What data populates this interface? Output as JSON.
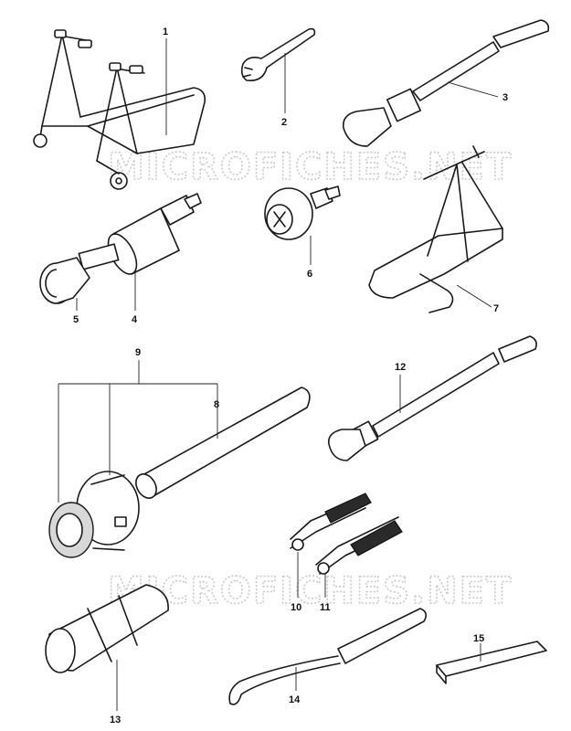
{
  "watermark": {
    "upper": "MICROFICHES.NET",
    "lower": "MICROFICHES.NET"
  },
  "callouts": [
    "1",
    "2",
    "3",
    "4",
    "5",
    "6",
    "7",
    "8",
    "9",
    "10",
    "11",
    "12",
    "13",
    "14",
    "15"
  ],
  "colors": {
    "line": "#1a1a1a",
    "watermark": "#c9c9c9",
    "background": "#ffffff"
  }
}
